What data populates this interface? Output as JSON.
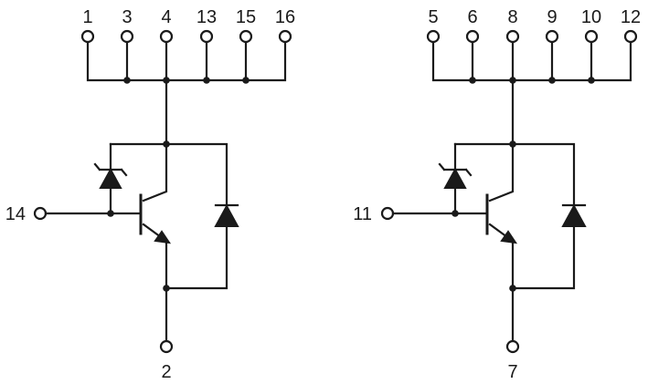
{
  "circuits": [
    {
      "id": "left",
      "top_pins": [
        "1",
        "3",
        "4",
        "13",
        "15",
        "16"
      ],
      "base_pin": "14",
      "emitter_pin": "2"
    },
    {
      "id": "right",
      "top_pins": [
        "5",
        "6",
        "8",
        "9",
        "10",
        "12"
      ],
      "base_pin": "11",
      "emitter_pin": "7"
    }
  ]
}
